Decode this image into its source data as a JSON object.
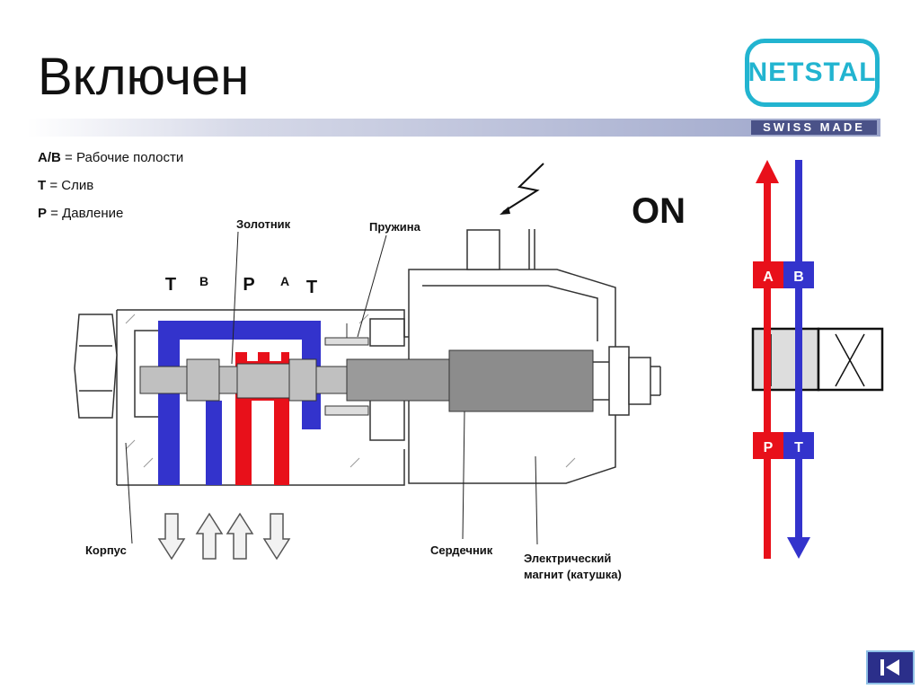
{
  "title": "Включен",
  "brand": {
    "name": "NETSTAL",
    "tagline": "SWISS MADE",
    "color": "#22b4d0",
    "bar_color": "#4a5288"
  },
  "legend": [
    {
      "key": "A/B",
      "text": " = Рабочие полости"
    },
    {
      "key": "T",
      "text": " = Слив"
    },
    {
      "key": "P",
      "text": " = Давление"
    }
  ],
  "state": "ON",
  "labels": {
    "spool": "Золотник",
    "spring": "Пружина",
    "body": "Корпус",
    "core": "Сердечник",
    "coil_line1": "Электрический",
    "coil_line2": "магнит (катушка)"
  },
  "ports": {
    "t_left": "T",
    "b": "B",
    "p": "P",
    "a": "A",
    "t_right": "T"
  },
  "symbol": {
    "a": "A",
    "b": "B",
    "p": "P",
    "t": "T"
  },
  "colors": {
    "pressure": "#e8101a",
    "tank": "#3333cc",
    "core": "#8c8c8c",
    "spool": "#c0c0c0"
  }
}
